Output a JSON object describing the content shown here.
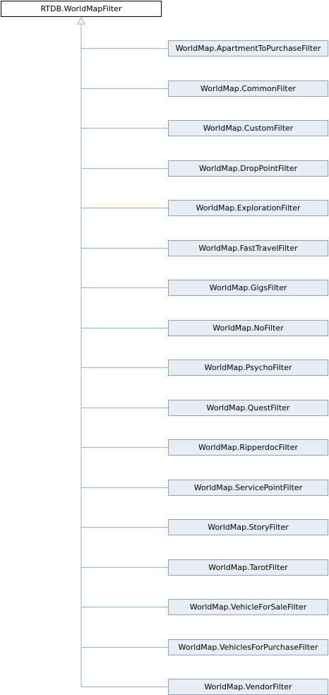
{
  "diagram": {
    "type": "inheritance",
    "base_class": "RTDB.WorldMapFilter",
    "derived_classes": [
      "WorldMap.ApartmentToPurchaseFilter",
      "WorldMap.CommonFilter",
      "WorldMap.CustomFilter",
      "WorldMap.DropPointFilter",
      "WorldMap.ExplorationFilter",
      "WorldMap.FastTravelFilter",
      "WorldMap.GigsFilter",
      "WorldMap.NoFilter",
      "WorldMap.PsychoFilter",
      "WorldMap.QuestFilter",
      "WorldMap.RipperdocFilter",
      "WorldMap.ServicePointFilter",
      "WorldMap.StoryFilter",
      "WorldMap.TarotFilter",
      "WorldMap.VehicleForSaleFilter",
      "WorldMap.VehiclesForPurchaseFilter",
      "WorldMap.VendorFilter"
    ],
    "colors": {
      "connector": "#8eb4d6",
      "derived_fill": "#e8edf3",
      "derived_border": "#8ea2c1",
      "base_border": "#000000"
    }
  }
}
